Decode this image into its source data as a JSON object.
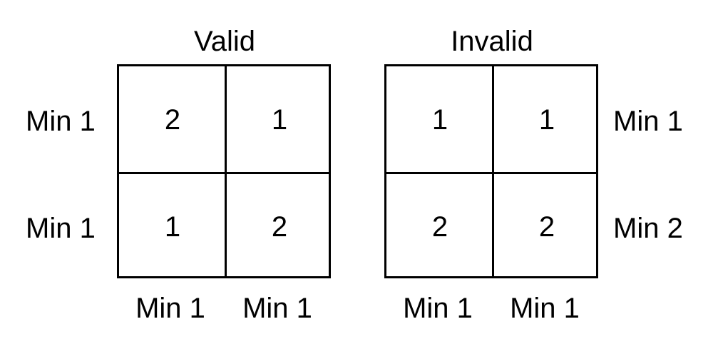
{
  "valid": {
    "title": "Valid",
    "cells": [
      "2",
      "1",
      "1",
      "2"
    ],
    "row_labels": [
      "Min 1",
      "Min 1"
    ],
    "col_labels": [
      "Min 1",
      "Min 1"
    ]
  },
  "invalid": {
    "title": "Invalid",
    "cells": [
      "1",
      "1",
      "2",
      "2"
    ],
    "row_labels": [
      "Min 1",
      "Min 2"
    ],
    "col_labels": [
      "Min 1",
      "Min 1"
    ]
  }
}
